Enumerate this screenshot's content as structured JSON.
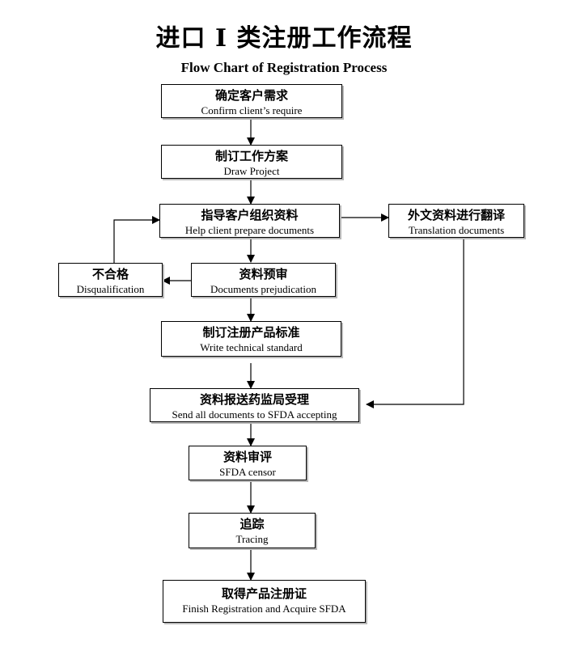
{
  "title": "进口 I 类注册工作流程",
  "subtitle": "Flow Chart of Registration Process",
  "steps": {
    "confirm": {
      "zh": "确定客户需求",
      "en": "Confirm client’s require"
    },
    "draw": {
      "zh": "制订工作方案",
      "en": "Draw Project"
    },
    "help": {
      "zh": "指导客户组织资料",
      "en": "Help client prepare documents"
    },
    "translation": {
      "zh": "外文资料进行翻译",
      "en": "Translation documents"
    },
    "disqual": {
      "zh": "不合格",
      "en": "Disqualification"
    },
    "prejudication": {
      "zh": "资料预审",
      "en": "Documents prejudication"
    },
    "technical": {
      "zh": "制订注册产品标准",
      "en": "Write technical standard"
    },
    "send": {
      "zh": "资料报送药监局受理",
      "en": "Send all documents to SFDA accepting"
    },
    "censor": {
      "zh": "资料审评",
      "en": "SFDA censor"
    },
    "tracing": {
      "zh": "追踪",
      "en": "Tracing"
    },
    "finish": {
      "zh": "取得产品注册证",
      "en": "Finish Registration and Acquire SFDA"
    }
  }
}
